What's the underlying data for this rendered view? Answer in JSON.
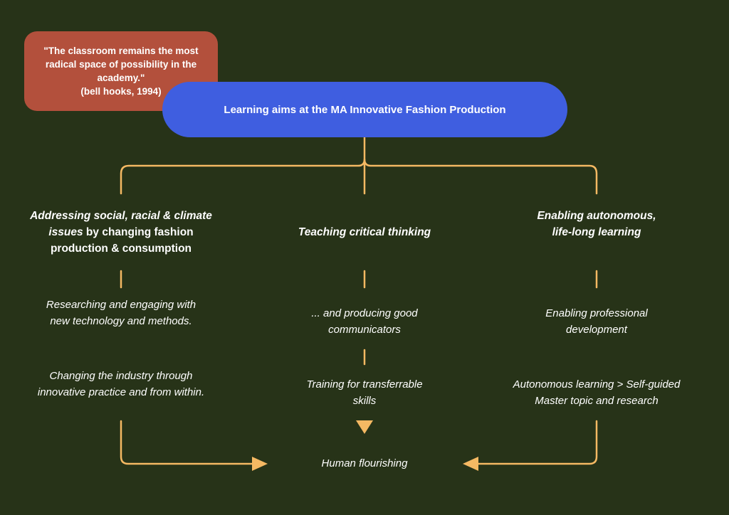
{
  "quote": {
    "text": "\"The classroom remains the most radical space of possibility in the academy.\"",
    "attribution": "(bell hooks, 1994)"
  },
  "title": "Learning aims at the MA Innovative Fashion Production",
  "columns": [
    {
      "heading_italic": "Addressing social, racial & climate issues",
      "heading_upright": " by changing  fashion production & consumption",
      "item1": "Researching and engaging with new technology and methods.",
      "item2": "Changing the industry through innovative practice and from within."
    },
    {
      "heading": "Teaching critical thinking",
      "item1": "... and producing good communicators",
      "item2": "Training for transferrable skills"
    },
    {
      "heading": "Enabling autonomous, life-long learning",
      "item1": "Enabling professional development",
      "item2": "Autonomous learning > Self-guided Master topic and research"
    }
  ],
  "outcome": "Human flourishing",
  "colors": {
    "background": "#273318",
    "quote_box": "#b3503c",
    "title_pill": "#3f5ee0",
    "connector": "#f5b963"
  }
}
